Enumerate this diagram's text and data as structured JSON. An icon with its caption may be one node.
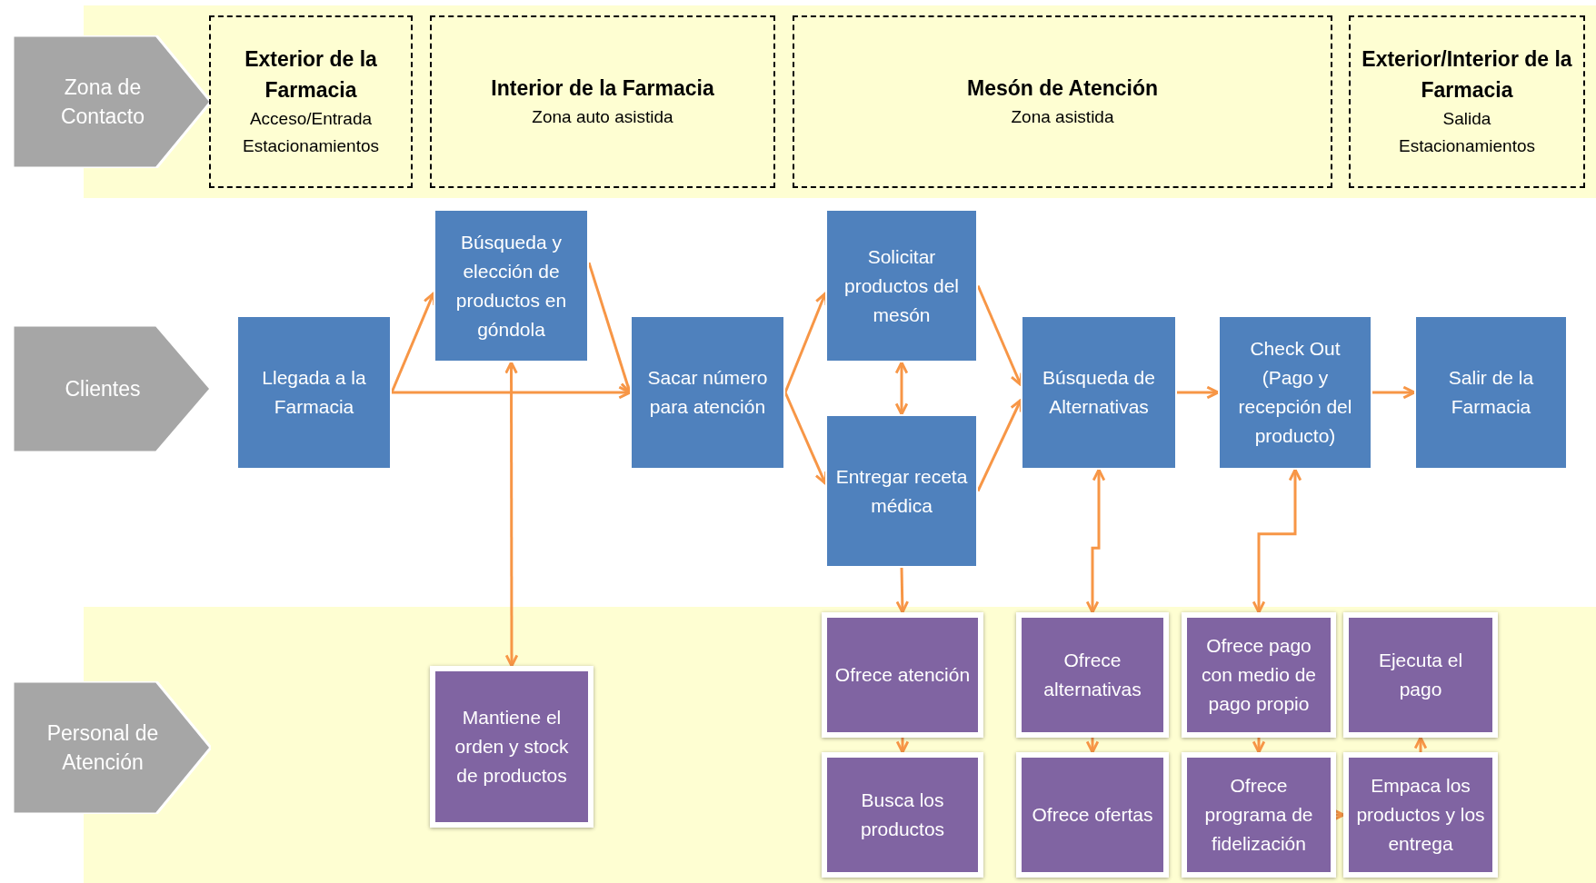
{
  "diagram": {
    "nodes": [
      {
        "text": [
          "Zona de Contacto"
        ]
      },
      {
        "text": [
          "Clientes"
        ]
      },
      {
        "text": [
          "Personal de Atención"
        ]
      },
      {
        "text": [
          "Exterior de la Farmacia",
          "Acceso/Entrada",
          "Estacionamientos"
        ]
      },
      {
        "text": [
          "Interior de la Farmacia",
          "Zona auto asistida"
        ]
      },
      {
        "text": [
          "Mesón de Atención",
          "Zona asistida"
        ]
      },
      {
        "text": [
          "Exterior/Interior de la Farmacia",
          "Salida",
          "Estacionamientos"
        ]
      },
      {
        "text": [
          "Llegada a la Farmacia"
        ]
      },
      {
        "text": [
          "Búsqueda y elección de productos en góndola"
        ]
      },
      {
        "text": [
          "Sacar número para atención"
        ]
      },
      {
        "text": [
          "Solicitar productos del mesón"
        ]
      },
      {
        "text": [
          "Entregar receta médica"
        ]
      },
      {
        "text": [
          "Búsqueda de Alternativas"
        ]
      },
      {
        "text": [
          "Check Out (Pago y recepción del producto)"
        ]
      },
      {
        "text": [
          "Salir de la Farmacia"
        ]
      },
      {
        "text": [
          "Mantiene el orden y stock de productos"
        ]
      },
      {
        "text": [
          "Ofrece atención"
        ]
      },
      {
        "text": [
          "Busca los productos"
        ]
      },
      {
        "text": [
          "Ofrece alternativas"
        ]
      },
      {
        "text": [
          "Ofrece ofertas"
        ]
      },
      {
        "text": [
          "Ofrece pago con medio de pago propio"
        ]
      },
      {
        "text": [
          "Ofrece programa de fidelización"
        ]
      },
      {
        "text": [
          "Ejecuta el pago"
        ]
      },
      {
        "text": [
          "Empaca los productos y los entrega"
        ]
      }
    ],
    "edges": [
      {
        "from": 7,
        "to": 8,
        "arrow": "to"
      },
      {
        "from": 8,
        "to": 9,
        "arrow": "to"
      },
      {
        "from": 7,
        "to": 9,
        "arrow": "to"
      },
      {
        "from": 15,
        "to": 8,
        "arrow": "both"
      },
      {
        "from": 9,
        "to": 10,
        "arrow": "to"
      },
      {
        "from": 9,
        "to": 11,
        "arrow": "to"
      },
      {
        "from": 10,
        "to": 11,
        "arrow": "both"
      },
      {
        "from": 10,
        "to": 12,
        "arrow": "to"
      },
      {
        "from": 11,
        "to": 12,
        "arrow": "to"
      },
      {
        "from": 12,
        "to": 13,
        "arrow": "to"
      },
      {
        "from": 13,
        "to": 14,
        "arrow": "to"
      },
      {
        "from": 11,
        "to": 16,
        "arrow": "to"
      },
      {
        "from": 12,
        "to": 18,
        "arrow": "both"
      },
      {
        "from": 13,
        "to": 20,
        "arrow": "both"
      },
      {
        "from": 16,
        "to": 17,
        "arrow": "to"
      },
      {
        "from": 18,
        "to": 19,
        "arrow": "to"
      },
      {
        "from": 20,
        "to": 21,
        "arrow": "to"
      },
      {
        "from": 21,
        "to": 23,
        "arrow": "to"
      },
      {
        "from": 23,
        "to": 22,
        "arrow": "to"
      }
    ]
  }
}
